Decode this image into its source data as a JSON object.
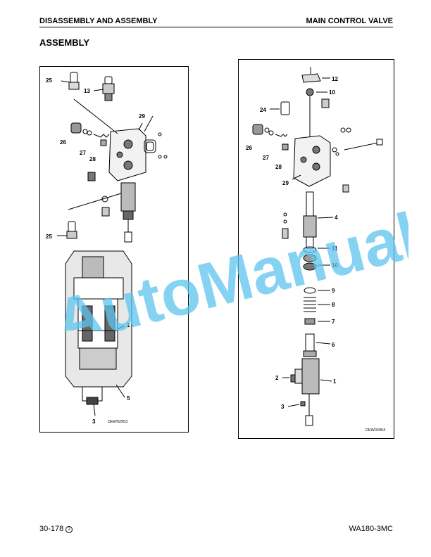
{
  "header": {
    "left": "DISASSEMBLY AND ASSEMBLY",
    "right": "MAIN CONTROL VALVE"
  },
  "section_title": "ASSEMBLY",
  "figure_left": {
    "code": "DEW02953",
    "labels": [
      "25",
      "13",
      "29",
      "26",
      "27",
      "28",
      "25",
      "1",
      "5",
      "3"
    ]
  },
  "figure_right": {
    "code": "DEW02954",
    "labels": [
      "12",
      "10",
      "24",
      "26",
      "27",
      "28",
      "29",
      "4",
      "11",
      "10",
      "9",
      "8",
      "7",
      "6",
      "2",
      "1",
      "3"
    ]
  },
  "watermark": "AutoManual",
  "footer": {
    "page": "30-178",
    "revision": "2",
    "model": "WA180-3MC"
  }
}
